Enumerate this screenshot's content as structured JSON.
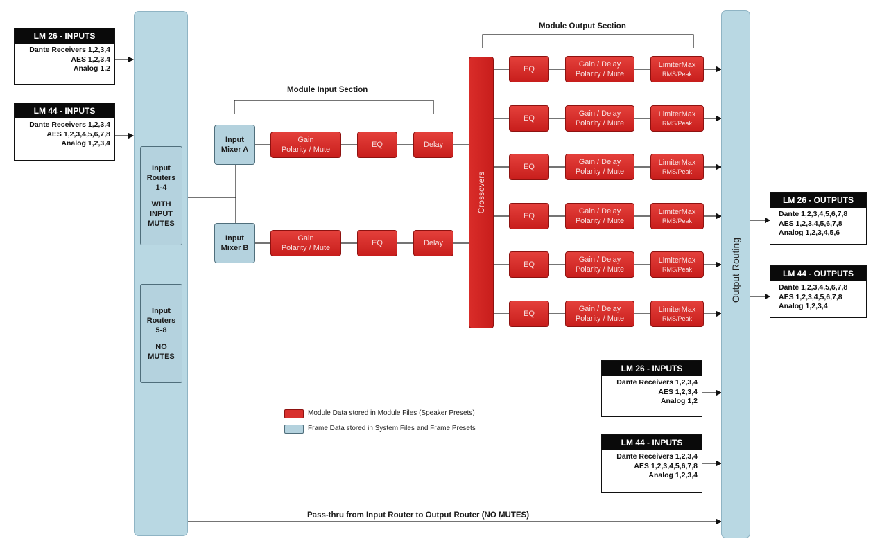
{
  "inputs_left": [
    {
      "title": "LM 26 - INPUTS",
      "lines": [
        "Dante Receivers 1,2,3,4",
        "AES 1,2,3,4",
        "Analog 1,2"
      ]
    },
    {
      "title": "LM 44 - INPUTS",
      "lines": [
        "Dante Receivers 1,2,3,4",
        "AES 1,2,3,4,5,6,7,8",
        "Analog 1,2,3,4"
      ]
    }
  ],
  "inputs_right": [
    {
      "title": "LM 26 - INPUTS",
      "lines": [
        "Dante Receivers 1,2,3,4",
        "AES 1,2,3,4",
        "Analog 1,2"
      ]
    },
    {
      "title": "LM 44 - INPUTS",
      "lines": [
        "Dante Receivers 1,2,3,4",
        "AES 1,2,3,4,5,6,7,8",
        "Analog 1,2,3,4"
      ]
    }
  ],
  "outputs": [
    {
      "title": "LM 26 - OUTPUTS",
      "lines": [
        "Dante 1,2,3,4,5,6,7,8",
        "AES 1,2,3,4,5,6,7,8",
        "Analog 1,2,3,4,5,6"
      ]
    },
    {
      "title": "LM 44 - OUTPUTS",
      "lines": [
        "Dante 1,2,3,4,5,6,7,8",
        "AES 1,2,3,4,5,6,7,8",
        "Analog 1,2,3,4"
      ]
    }
  ],
  "routers": [
    {
      "lines": [
        "Input",
        "Routers",
        "1-4"
      ],
      "note": [
        "WITH",
        "INPUT",
        "MUTES"
      ]
    },
    {
      "lines": [
        "Input",
        "Routers",
        "5-8"
      ],
      "note": [
        "NO",
        "MUTES"
      ]
    }
  ],
  "mixers": [
    {
      "lines": [
        "Input",
        "Mixer A"
      ]
    },
    {
      "lines": [
        "Input",
        "Mixer B"
      ]
    }
  ],
  "input_chain": {
    "gain": [
      "Gain",
      "Polarity / Mute"
    ],
    "eq": "EQ",
    "delay": "Delay"
  },
  "crossovers": "Crossovers",
  "output_chain": {
    "eq": "EQ",
    "gain_delay": [
      "Gain / Delay",
      "Polarity / Mute"
    ],
    "limiter": [
      "LimiterMax",
      "RMS/Peak"
    ],
    "rows": 6
  },
  "output_routing": "Output Routing",
  "sections": {
    "input": "Module Input Section",
    "output": "Module Output Section"
  },
  "pass_thru": "Pass-thru from Input Router to Output Router (NO MUTES)",
  "legend": [
    {
      "text": "Module Data stored in Module Files (Speaker Presets)",
      "color": "#d8302d"
    },
    {
      "text": "Frame Data stored in System Files and Frame Presets",
      "color": "#b4d2de"
    }
  ],
  "colors": {
    "module_red": "#d8302d",
    "frame_blue": "#b4d2de",
    "bar_blue": "#b9d8e3"
  }
}
